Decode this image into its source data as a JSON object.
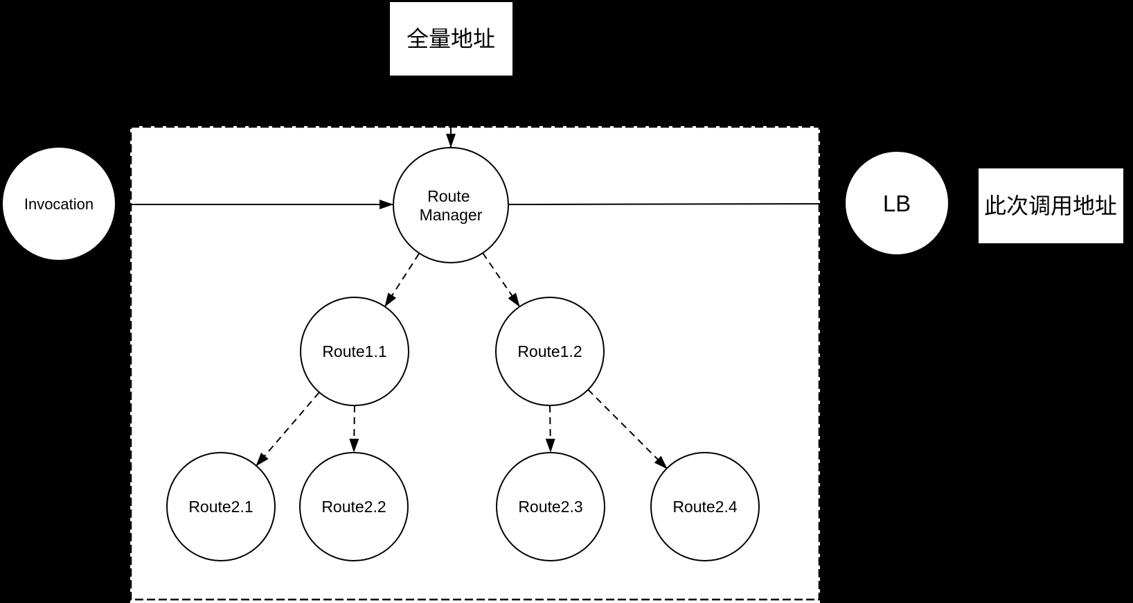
{
  "diagram": {
    "boxes": {
      "full_address": "全量地址",
      "current_call_address": "此次调用地址"
    },
    "nodes": {
      "invocation": "Invocation",
      "route_manager_lines": [
        "Route",
        "Manager"
      ],
      "lb": "LB",
      "route_1_1": "Route1.1",
      "route_1_2": "Route1.2",
      "route_2_1": "Route2.1",
      "route_2_2": "Route2.2",
      "route_2_3": "Route2.3",
      "route_2_4": "Route2.4"
    },
    "edges": [
      {
        "from": "full-address-box",
        "to": "route-manager",
        "style": "solid",
        "arrow": true
      },
      {
        "from": "invocation",
        "to": "route-manager",
        "style": "solid",
        "arrow": true
      },
      {
        "from": "route-manager",
        "to": "lb",
        "style": "solid",
        "arrow": false
      },
      {
        "from": "route-manager",
        "to": "route-1-1",
        "style": "dashed",
        "arrow": true
      },
      {
        "from": "route-manager",
        "to": "route-1-2",
        "style": "dashed",
        "arrow": true
      },
      {
        "from": "route-1-1",
        "to": "route-2-1",
        "style": "dashed",
        "arrow": true
      },
      {
        "from": "route-1-1",
        "to": "route-2-2",
        "style": "dashed",
        "arrow": true
      },
      {
        "from": "route-1-2",
        "to": "route-2-3",
        "style": "dashed",
        "arrow": true
      },
      {
        "from": "route-1-2",
        "to": "route-2-4",
        "style": "dashed",
        "arrow": true
      }
    ],
    "colors": {
      "background": "#000000",
      "shape_fill": "#ffffff",
      "stroke": "#000000"
    }
  }
}
